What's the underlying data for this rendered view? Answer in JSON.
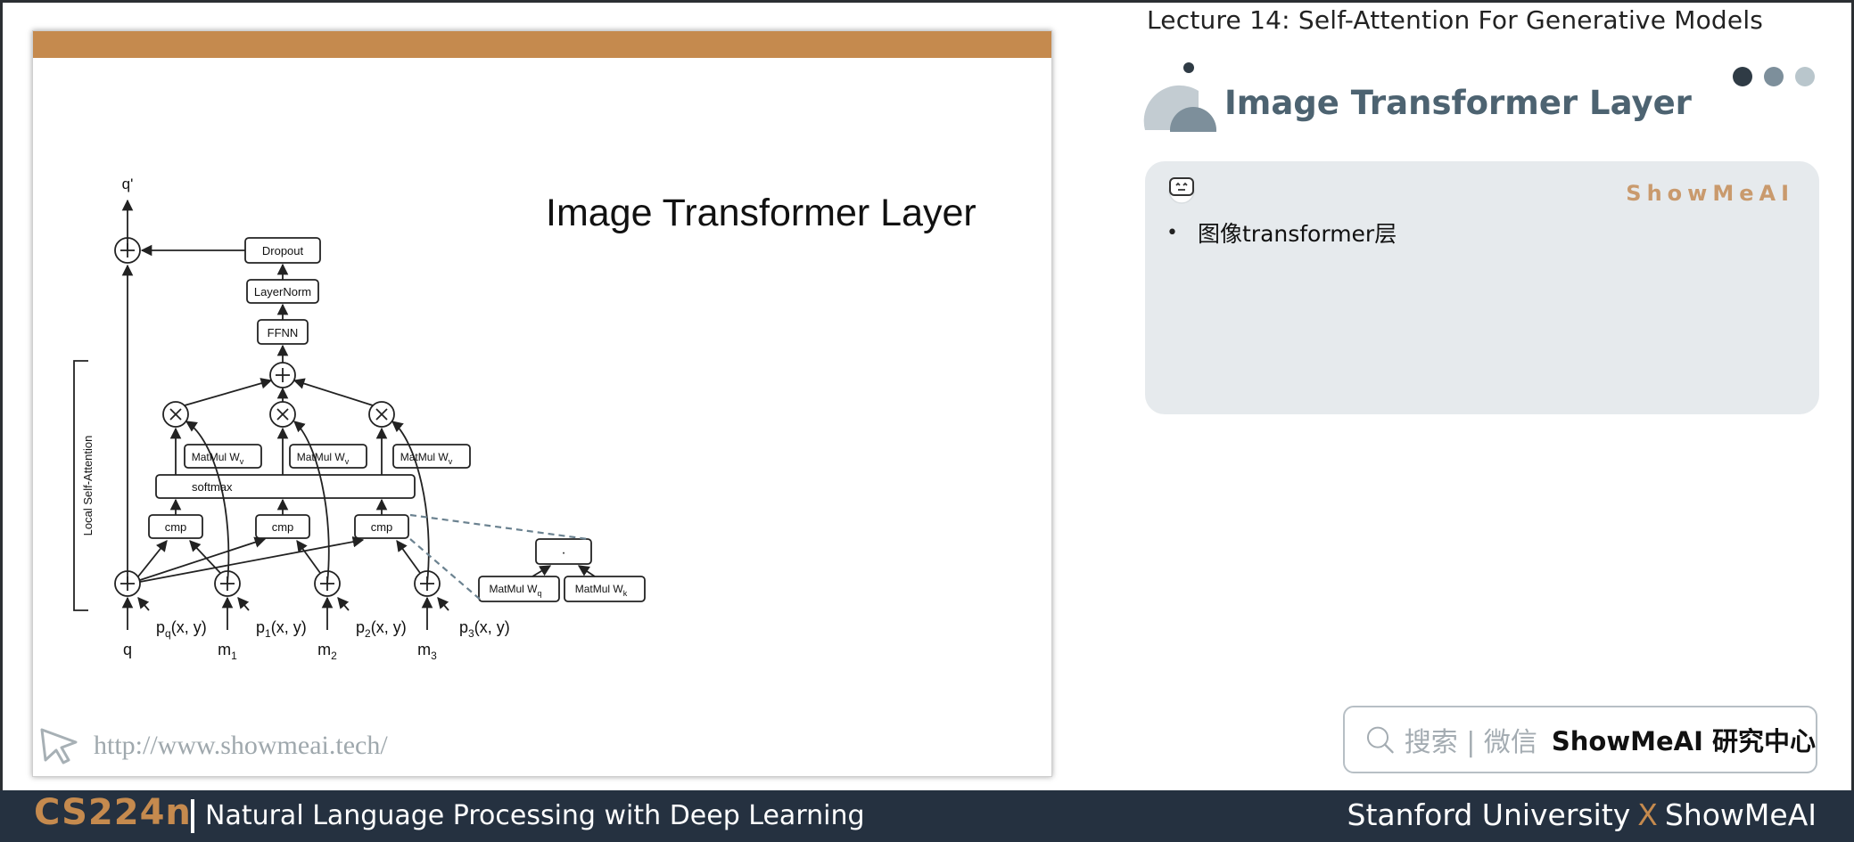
{
  "header": {
    "lecture_title": "Lecture 14:  Self-Attention For Generative Models",
    "section_title": "Image Transformer Layer",
    "dot_colors": [
      "#2f3b45",
      "#7d8f9b",
      "#b9c6cc"
    ]
  },
  "slide": {
    "title": "Image Transformer Layer",
    "url": "http://www.showmeai.tech/",
    "accent_color": "#c58a4e"
  },
  "diagram": {
    "side_label": "Local Self-Attention",
    "output_label": "q'",
    "dropout": "Dropout",
    "layernorm": "LayerNorm",
    "ffnn": "FFNN",
    "softmax": "softmax",
    "cmp": "cmp",
    "dot": "·",
    "matmul_v": "MatMul W",
    "matmul_q": "MatMul W",
    "matmul_k": "MatMul W",
    "sub_v": "v",
    "sub_q": "q",
    "sub_k": "k",
    "inputs": [
      {
        "main": "q",
        "sub": ""
      },
      {
        "main": "m",
        "sub": "1"
      },
      {
        "main": "m",
        "sub": "2"
      },
      {
        "main": "m",
        "sub": "3"
      }
    ],
    "positions": [
      {
        "main": "p",
        "sub": "q",
        "rest": "(x, y)"
      },
      {
        "main": "p",
        "sub": "1",
        "rest": "(x, y)"
      },
      {
        "main": "p",
        "sub": "2",
        "rest": "(x, y)"
      },
      {
        "main": "p",
        "sub": "3",
        "rest": "(x, y)"
      }
    ]
  },
  "card": {
    "brand": "ShowMeAI",
    "bullet": "图像transformer层"
  },
  "search": {
    "label": "搜索 | 微信",
    "brand": "ShowMeAI 研究中心"
  },
  "footer": {
    "course_code": "CS224n",
    "course_name": "Natural Language Processing with Deep Learning",
    "left_org": "Stanford University",
    "x": "X",
    "right_org": "ShowMeAI"
  }
}
